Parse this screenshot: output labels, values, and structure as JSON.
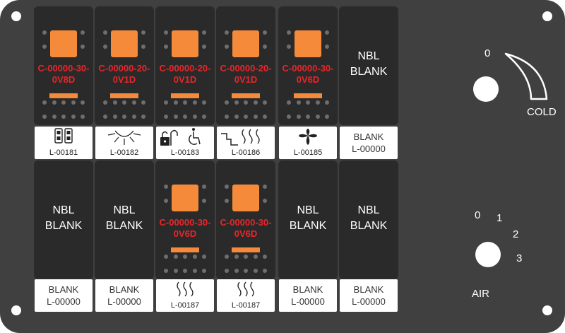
{
  "switches": [
    {
      "type": "lit",
      "code": "C-00000-30-\n0V8D",
      "label_code": "L-00181",
      "icon": "double-socket-icon"
    },
    {
      "type": "lit",
      "code": "C-00000-20-\n0V1D",
      "label_code": "L-00182",
      "icon": "sun-light-icon"
    },
    {
      "type": "lit",
      "code": "C-00000-20-\n0V1D",
      "label_code": "L-00183",
      "icon": "lock-wheelchair-icon"
    },
    {
      "type": "lit",
      "code": "C-00000-20-\n0V1D",
      "label_code": "L-00186",
      "icon": "step-heat-icon"
    },
    {
      "type": "lit",
      "code": "C-00000-30-\n0V6D",
      "label_code": "L-00185",
      "icon": "fan-icon"
    },
    {
      "type": "blank",
      "nbl_text": "NBL\nBLANK",
      "blank_label": "BLANK",
      "label_code": "L-00000"
    },
    {
      "type": "blank",
      "nbl_text": "NBL\nBLANK",
      "blank_label": "BLANK",
      "label_code": "L-00000"
    },
    {
      "type": "blank",
      "nbl_text": "NBL\nBLANK",
      "blank_label": "BLANK",
      "label_code": "L-00000"
    },
    {
      "type": "lit",
      "code": "C-00000-30-\n0V6D",
      "label_code": "L-00187",
      "icon": "heat-waves-icon"
    },
    {
      "type": "lit",
      "code": "C-00000-30-\n0V6D",
      "label_code": "L-00187",
      "icon": "heat-waves-icon"
    },
    {
      "type": "blank",
      "nbl_text": "NBL\nBLANK",
      "blank_label": "BLANK",
      "label_code": "L-00000"
    },
    {
      "type": "blank",
      "nbl_text": "NBL\nBLANK",
      "blank_label": "BLANK",
      "label_code": "L-00000"
    }
  ],
  "temp_dial": {
    "zero_label": "0",
    "cold_label": "COLD"
  },
  "air_dial": {
    "positions": [
      "0",
      "1",
      "2",
      "3"
    ],
    "label": "AIR"
  },
  "colors": {
    "panel": "#404040",
    "switch": "#2a2a2a",
    "accent": "#f58a3a",
    "code_text": "#e8262a"
  }
}
